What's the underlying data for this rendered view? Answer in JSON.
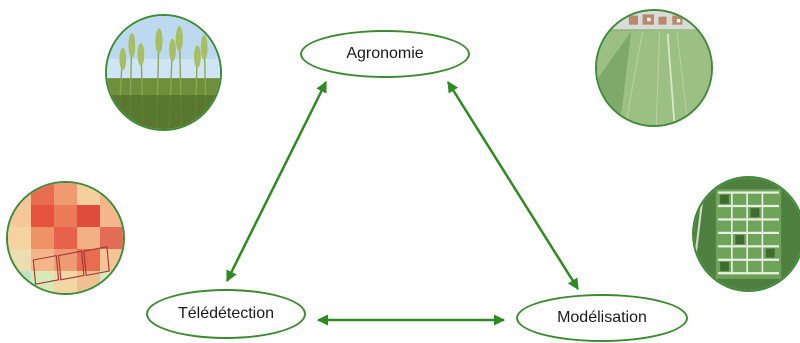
{
  "colors": {
    "arrow": "#2e8b22",
    "node_border": "#3a8a2e"
  },
  "nodes": {
    "agronomie": "Agronomie",
    "teledetection": "Télédétection",
    "modelisation": "Modélisation"
  },
  "photos": {
    "top_left": "wheat-ears-photo",
    "top_right": "field-aerial-photo",
    "bottom_left": "remote-sensing-heatmap",
    "bottom_right": "experimental-plots-aerial-photo"
  }
}
